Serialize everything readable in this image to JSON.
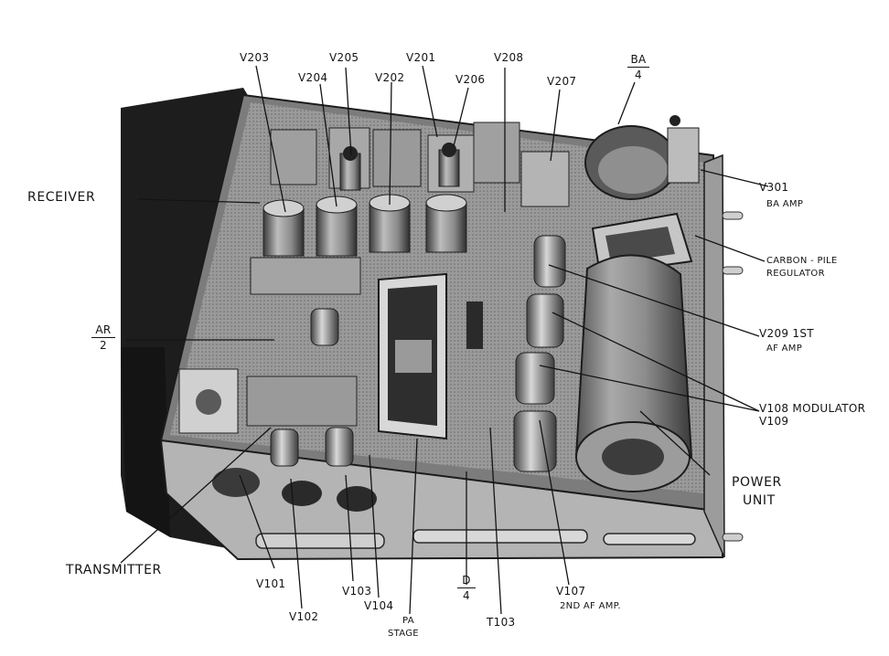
{
  "labels": {
    "v203": "V203",
    "v205": "V205",
    "v201": "V201",
    "v208": "V208",
    "v204": "V204",
    "v202": "V202",
    "v206": "V206",
    "v207": "V207",
    "ba_top": "BA",
    "ba_bottom": "4",
    "receiver": "RECEIVER",
    "v301": "V301",
    "ba_amp": "BA AMP",
    "carbon_pile_1": "CARBON - PILE",
    "carbon_pile_2": "REGULATOR",
    "ar_top": "AR",
    "ar_bottom": "2",
    "v209": "V209  1ST",
    "af_amp": "AF AMP",
    "v108": "V108  MODULATOR",
    "v109": "V109",
    "power_1": "POWER",
    "power_2": "UNIT",
    "transmitter": "TRANSMITTER",
    "v101": "V101",
    "v102": "V102",
    "v103": "V103",
    "v104": "V104",
    "pa_1": "PA",
    "pa_2": "STAGE",
    "d_top": "D",
    "d_bottom": "4",
    "t103": "T103",
    "v107": "V107",
    "af_amp_2": "2ND AF AMP."
  },
  "colors": {
    "ink": "#141414",
    "dark": "#1c1c1c",
    "mid": "#6e6e6e",
    "light": "#c8c8c8"
  }
}
